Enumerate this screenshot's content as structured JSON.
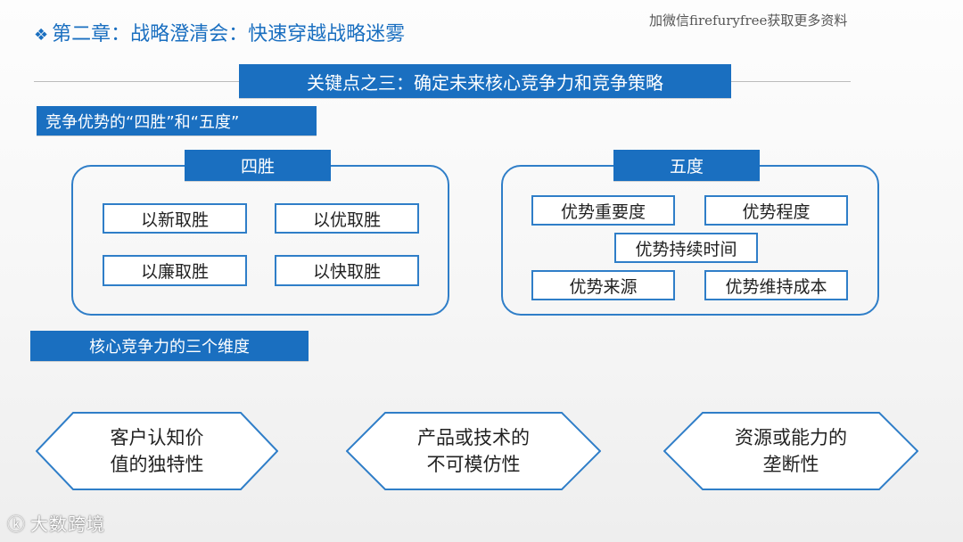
{
  "header": {
    "chapter_title": "第二章：战略澄清会：快速穿越战略迷雾",
    "watermark": "加微信firefuryfree获取更多资料"
  },
  "key_point": "关键点之三：确定未来核心竞争力和竞争策略",
  "competitive_advantage": {
    "title": "竞争优势的“四胜”和“五度”",
    "four_wins": {
      "label": "四胜",
      "items": [
        "以新取胜",
        "以优取胜",
        "以廉取胜",
        "以快取胜"
      ]
    },
    "five_degrees": {
      "label": "五度",
      "items": [
        "优势重要度",
        "优势程度",
        "优势持续时间",
        "优势来源",
        "优势维持成本"
      ]
    }
  },
  "core_competence": {
    "title": "核心竞争力的三个维度",
    "dimensions": [
      {
        "line1": "客户认知价",
        "line2": "值的独特性"
      },
      {
        "line1": "产品或技术的",
        "line2": "不可模仿性"
      },
      {
        "line1": "资源或能力的",
        "line2": "垄断性"
      }
    ]
  },
  "footer": {
    "logo_text": "大数跨境"
  },
  "colors": {
    "accent": "#1a6fc0",
    "border": "#2f7ec8"
  }
}
